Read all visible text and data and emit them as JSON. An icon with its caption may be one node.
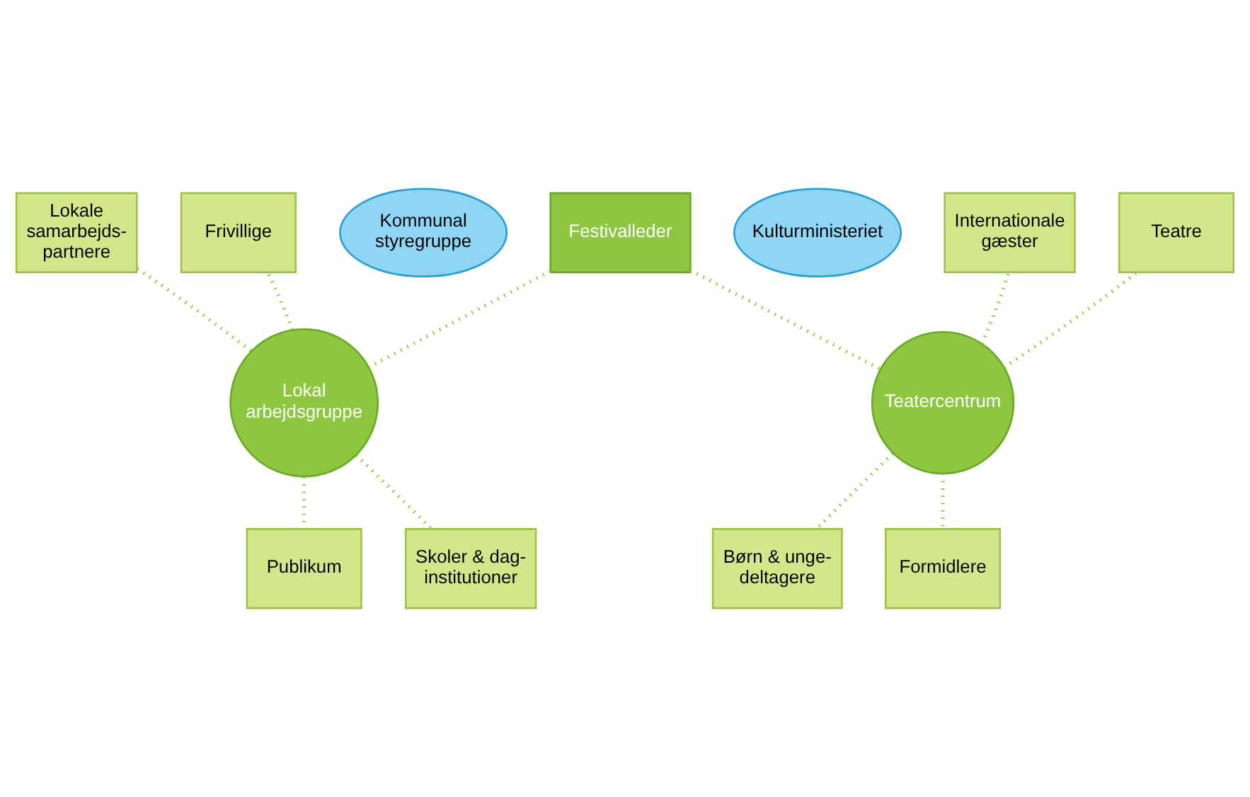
{
  "diagram": {
    "nodes": [
      {
        "text": [
          "Kommunal styregruppe"
        ]
      },
      {
        "text": [
          "Festivalleder"
        ]
      },
      {
        "text": [
          "Kulturministeriet"
        ]
      },
      {
        "text": [
          "Lokale samarbejds- partnere"
        ]
      },
      {
        "text": [
          "Frivillige"
        ]
      },
      {
        "text": [
          "Internationale gæster"
        ]
      },
      {
        "text": [
          "Teatre"
        ]
      },
      {
        "text": [
          "Lokal arbejdsgruppe"
        ]
      },
      {
        "text": [
          "Teatercentrum"
        ]
      },
      {
        "text": [
          "Publikum"
        ]
      },
      {
        "text": [
          "Skoler & dag- institutioner"
        ]
      },
      {
        "text": [
          "Børn & unge- deltagere"
        ]
      },
      {
        "text": [
          "Formidlere"
        ]
      }
    ],
    "edges": [
      {
        "from": 1,
        "to": 7,
        "arrow": "none"
      },
      {
        "from": 1,
        "to": 8,
        "arrow": "none"
      },
      {
        "from": 7,
        "to": 3,
        "arrow": "none"
      },
      {
        "from": 7,
        "to": 4,
        "arrow": "none"
      },
      {
        "from": 7,
        "to": 9,
        "arrow": "none"
      },
      {
        "from": 7,
        "to": 10,
        "arrow": "none"
      },
      {
        "from": 8,
        "to": 5,
        "arrow": "none"
      },
      {
        "from": 8,
        "to": 6,
        "arrow": "none"
      },
      {
        "from": 8,
        "to": 11,
        "arrow": "none"
      },
      {
        "from": 8,
        "to": 12,
        "arrow": "none"
      }
    ]
  }
}
